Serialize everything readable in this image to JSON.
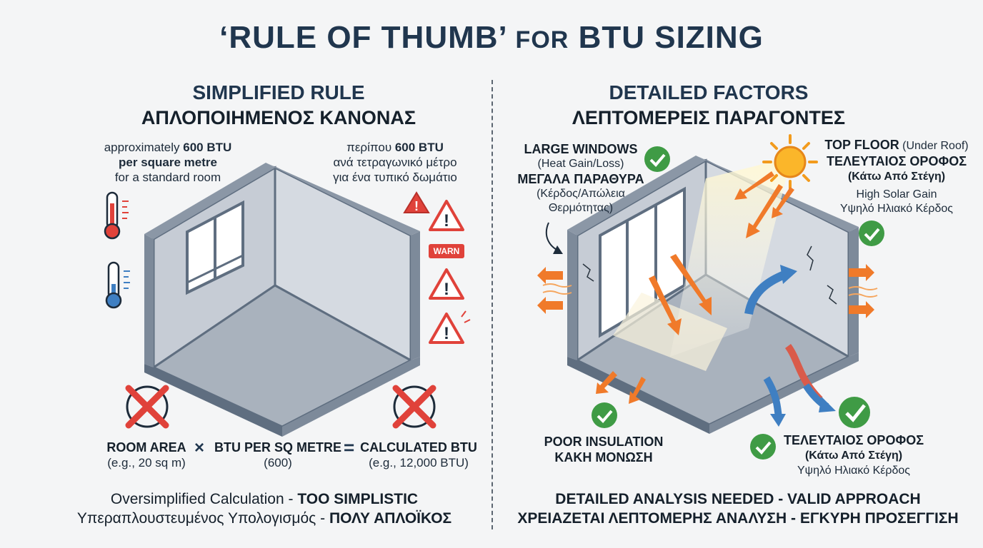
{
  "page": {
    "title_main": "‘RULE OF THUMB’",
    "title_small": "FOR",
    "title_end": "BTU SIZING"
  },
  "left": {
    "heading_en": "SIMPLIFIED RULE",
    "heading_gr": "ΑΠΛΟΠΟΙΗΜΕΝΟΣ ΚΑΝΟΝΑΣ",
    "note_en": {
      "line1_pre": "approximately ",
      "line1_bold": "600 BTU",
      "line2_bold": "per square metre",
      "line3": "for a standard room"
    },
    "note_gr": {
      "line1_pre": "περίπου ",
      "line1_bold": "600 BTU",
      "line2": "ανά τετραγωνικό μέτρο",
      "line3": "για ένα τυπικό δωμάτιο"
    },
    "warn_badge": "WARN",
    "formula": {
      "a_label": "ROOM AREA",
      "a_sub": "(e.g., 20 sq m)",
      "op1": "×",
      "b_label": "BTU PER SQ METRE",
      "b_sub": "(600)",
      "op2": "=",
      "c_label": "CALCULATED BTU",
      "c_sub": "(e.g., 12,000 BTU)"
    },
    "verdict_en_pre": "Oversimplified Calculation - ",
    "verdict_en_bold": "TOO SIMPLISTIC",
    "verdict_gr_pre": "Υπεραπλουστευμένος Υπολογισμός - ",
    "verdict_gr_bold": "ΠΟΛΥ ΑΠΛΟΪΚΟΣ"
  },
  "right": {
    "heading_en": "DETAILED FACTORS",
    "heading_gr": "ΛΕΠΤΟΜΕΡΕΙΣ ΠΑΡΑΓΟΝΤΕΣ",
    "windows": {
      "en": "LARGE WINDOWS",
      "en_sub": "(Heat Gain/Loss)",
      "gr": "ΜΕΓΑΛΑ ΠΑΡΑΘΥΡΑ",
      "gr_sub1": "(Κέρδος/Απώλεια",
      "gr_sub2": "Θερμότητας)"
    },
    "top_floor": {
      "en": "TOP FLOOR",
      "en_sub": " (Under Roof)",
      "gr": "ΤΕΛΕΥΤΑΙΟΣ ΟΡΟΦΟΣ",
      "gr_sub": "(Κάτω Από Στέγη)",
      "gain_en": "High Solar Gain",
      "gain_gr": "Υψηλό Ηλιακό Κέρδος"
    },
    "insulation": {
      "en": "POOR INSULATION",
      "gr": "ΚΑΚΗ ΜΟΝΩΣΗ"
    },
    "top_floor_bottom": {
      "gr": "ΤΕΛΕΥΤΑΙΟΣ ΟΡΟΦΟΣ",
      "gr_sub": "(Κάτω Από Στέγη)",
      "gain_gr": "Υψηλό Ηλιακό Κέρδος"
    },
    "verdict_en": "DETAILED ANALYSIS NEEDED - VALID APPROACH",
    "verdict_gr": "ΧΡΕΙΑΖΕΤΑΙ ΛΕΠΤΟΜΕΡΗΣ ΑΝΑΛΥΣΗ - ΕΓΚΥΡΗ ΠΡΟΣΕΓΓΙΣΗ"
  },
  "colors": {
    "navy": "#20364e",
    "wall": "#c7cdd6",
    "floor": "#a9b2bd",
    "frame": "#5f6e80",
    "red": "#e0423a",
    "green": "#3f9b45",
    "orange": "#f07a2a",
    "blue": "#3f7fc2"
  }
}
